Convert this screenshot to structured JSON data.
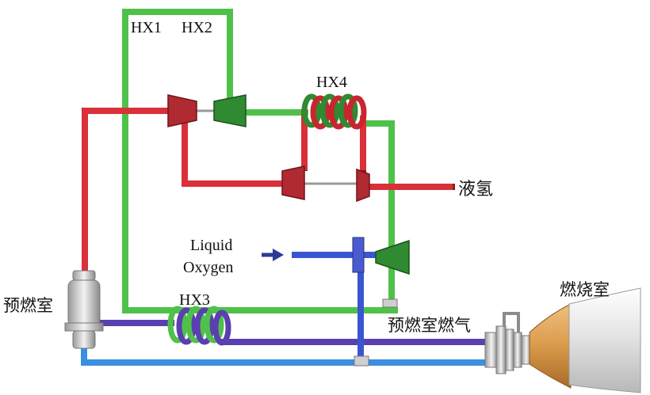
{
  "labels": {
    "hx1": "HX1",
    "hx2": "HX2",
    "hx3": "HX3",
    "hx4": "HX4",
    "liquid_hydrogen": "液氢",
    "liquid_oxygen_line1": "Liquid",
    "liquid_oxygen_line2": "Oxygen",
    "preburner": "预燃室",
    "preburner_gas": "预燃室燃气",
    "combustion_chamber": "燃烧室"
  },
  "colors": {
    "hydrogen_hot": "#d9303a",
    "hydrogen_cold": "#4fc14a",
    "oxygen": "#5a3fb0",
    "cooling": "#3a8fe0",
    "oxygen_arrow": "#2c3b95",
    "turbine_red": "#a8262d",
    "pump_green": "#2f8a32",
    "nozzle_orange": "#d99a4a"
  }
}
